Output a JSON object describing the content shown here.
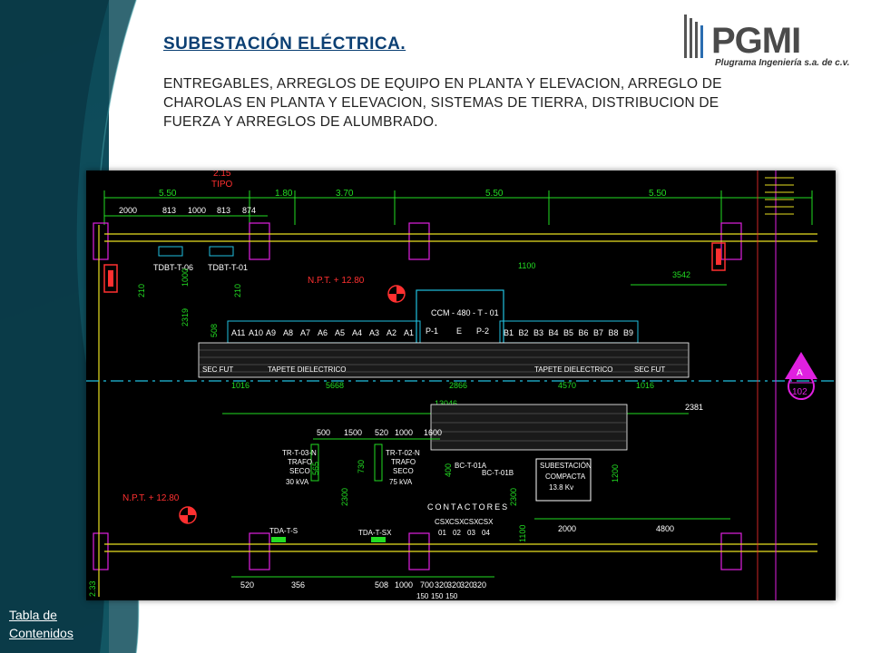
{
  "slide": {
    "title": "SUBESTACIÓN ELÉCTRICA.",
    "description": "ENTREGABLES, ARREGLOS DE EQUIPO EN PLANTA Y ELEVACION, ARREGLO DE CHAROLAS EN PLANTA Y ELEVACION, SISTEMAS DE TIERRA, DISTRIBUCION DE FUERZA Y ARREGLOS DE ALUMBRADO.",
    "toc_link_line1": "Tabla de",
    "toc_link_line2": "Contenidos"
  },
  "logo": {
    "name": "PGMI",
    "tagline": "Plugrama Ingeniería s.a. de c.v."
  },
  "drawing": {
    "top_dims": [
      "5.50",
      "1.80",
      "3.70",
      "5.50",
      "5.50"
    ],
    "top_note": "2.15",
    "tipo": "TIPO",
    "sub_dims": [
      "2000",
      "813",
      "1000",
      "813",
      "874"
    ],
    "panels": [
      "TDBT-T-06",
      "TDBT-T-01"
    ],
    "npt_top": "N.P.T. + 12.80",
    "npt_bottom": "N.P.T. + 12.80",
    "ccm": "CCM - 480 - T - 01",
    "ccm_cells": [
      "P-1",
      "E",
      "P-2"
    ],
    "a_cells": [
      "A11",
      "A10",
      "A9",
      "A8",
      "A7",
      "A6",
      "A5",
      "A4",
      "A3",
      "A2",
      "A1"
    ],
    "b_cells": [
      "B1",
      "B2",
      "B3",
      "B4",
      "B5",
      "B6",
      "B7",
      "B8",
      "B9"
    ],
    "mat_label": "TAPETE DIELECTRICO",
    "mat_label_2": "TAPETE DIELECTRICO",
    "sec_fut": "SEC FUT",
    "sec_fut_2": "SEC FUT",
    "dim_1100": "1100",
    "dim_3542": "3542",
    "dim_1016": "1016",
    "dim_1016_b": "1016",
    "dim_5668": "5668",
    "dim_2866": "2866",
    "dim_4570": "4570",
    "dim_2381": "2381",
    "dim_13046": "13046",
    "vert_210": "210",
    "vert_210_b": "210",
    "vert_1000": "1000",
    "vert_2319": "2319",
    "vert_508": "508",
    "vert_1200": "1200",
    "vert_2300": "2300",
    "vert_2300_b": "2300",
    "vert_1100": "1100",
    "vert_730": "730",
    "vert_565": "565",
    "vert_400": "400",
    "mid_dims": [
      "500",
      "1500",
      "520",
      "1000",
      "1600"
    ],
    "trafo_1": [
      "TR-T-03-N",
      "TRAFO",
      "SECO",
      "30 kVA"
    ],
    "trafo_2": [
      "TR-T-02-N",
      "TRAFO",
      "SECO",
      "75 kVA"
    ],
    "bct": [
      "BC-T-01A",
      "BC-T-01B"
    ],
    "subestacion": [
      "SUBESTACIÓN",
      "COMPACTA",
      "13.8 Kv"
    ],
    "contactores": "CONTACTORES",
    "csx": [
      "CSX",
      "CSX",
      "CSX",
      "CSX"
    ],
    "csx_num": [
      "01",
      "02",
      "03",
      "04"
    ],
    "tda": [
      "TDA-T-S",
      "TDA-T-SX"
    ],
    "bottom_dims": [
      "520",
      "356",
      "508",
      "1000",
      "700",
      "320",
      "320",
      "320",
      "320"
    ],
    "bottom_right_dims": [
      "2000",
      "4800"
    ],
    "bottom_150": [
      "150",
      "150",
      "150"
    ],
    "left_edge": "2.33",
    "section_letter": "A",
    "section_number": "102"
  },
  "colors": {
    "title": "#0b3f73",
    "band": "#0f5060",
    "cad_bg": "#000000",
    "cad_green": "#22dd22",
    "cad_red": "#ff3030",
    "cad_magenta": "#e020e0",
    "cad_cyan": "#20c0e0",
    "cad_yellow": "#e8e020"
  },
  "icons": {
    "extinguisher": "fire-extinguisher-icon",
    "grounding": "grounding-symbol-icon"
  }
}
